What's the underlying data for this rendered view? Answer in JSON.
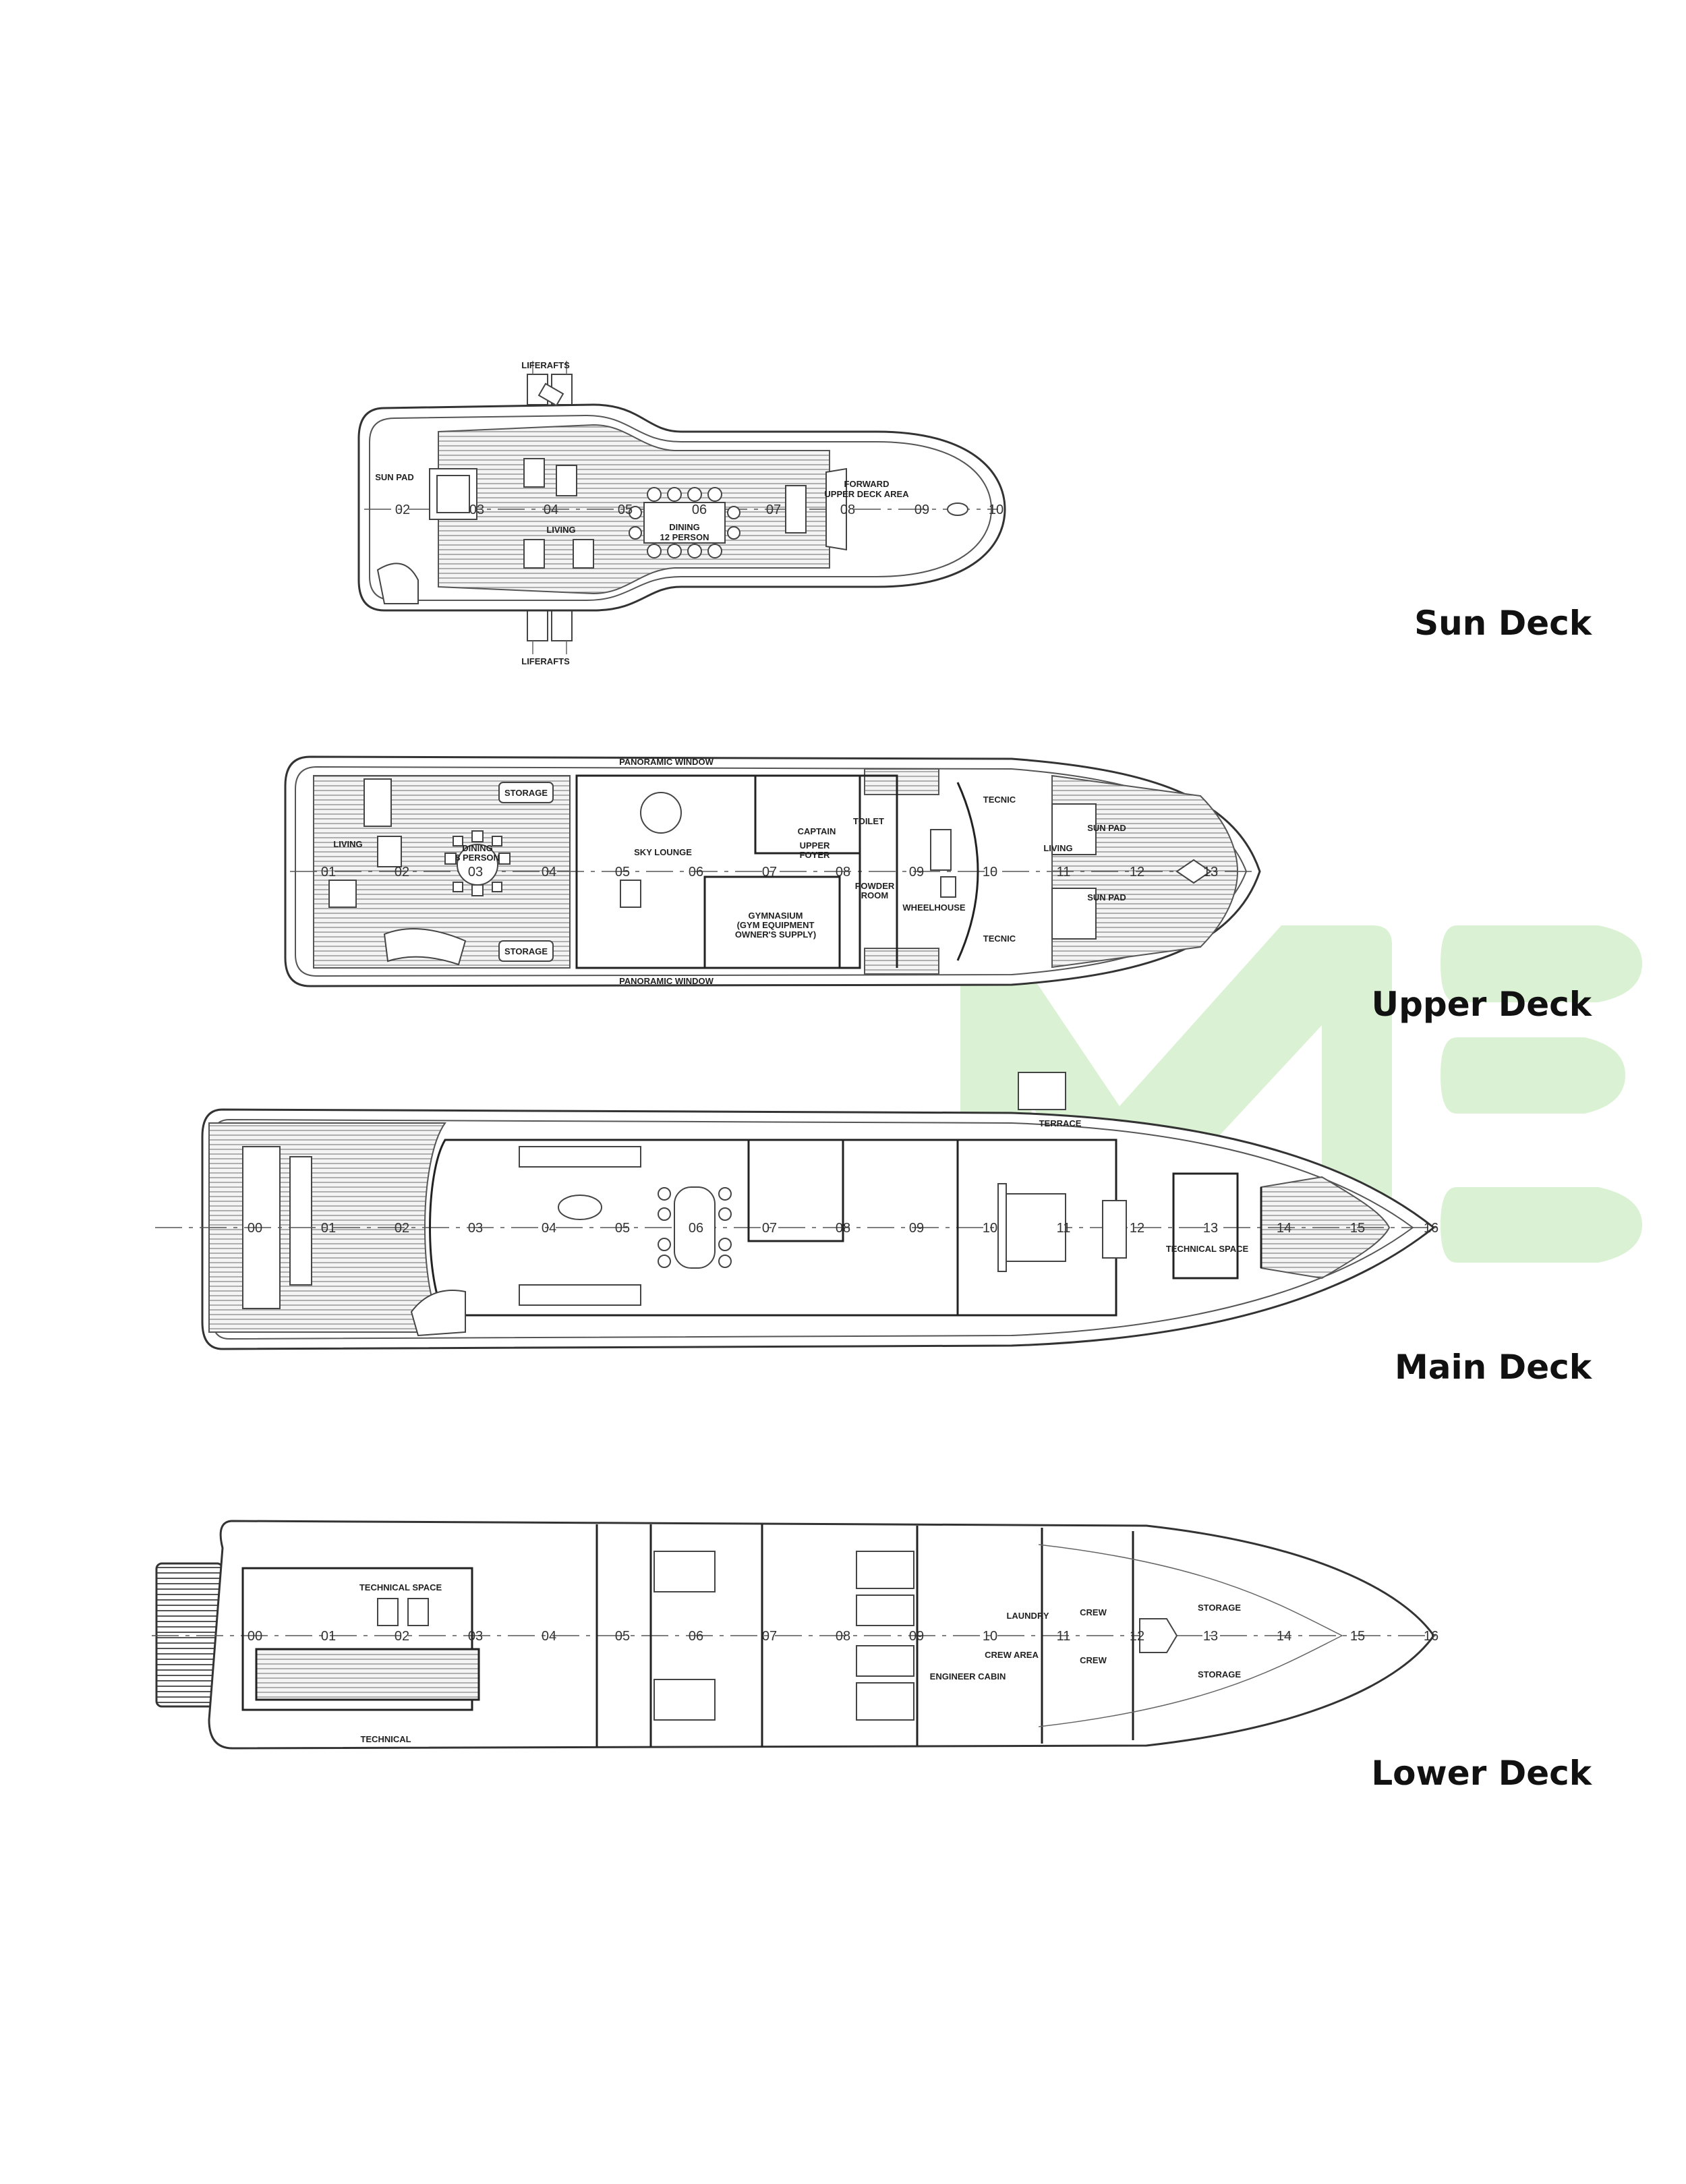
{
  "decks": {
    "sun": {
      "label": "Sun Deck",
      "frames": [
        "02",
        "03",
        "04",
        "05",
        "06",
        "07",
        "08",
        "09",
        "10"
      ],
      "rooms": {
        "liferafts_top": "LIFERAFTS",
        "liferafts_bottom": "LIFERAFTS",
        "sun_pad": "SUN PAD",
        "living": "LIVING",
        "dining_1": "DINING",
        "dining_2": "12 PERSON",
        "forward_1": "FORWARD",
        "forward_2": "UPPER DECK AREA"
      }
    },
    "upper": {
      "label": "Upper Deck",
      "frames": [
        "01",
        "02",
        "03",
        "04",
        "05",
        "06",
        "07",
        "08",
        "09",
        "10",
        "11",
        "12",
        "13"
      ],
      "rooms": {
        "panoramic_top": "PANORAMIC WINDOW",
        "panoramic_bottom": "PANORAMIC WINDOW",
        "storage_top": "STORAGE",
        "storage_bottom": "STORAGE",
        "living": "LIVING",
        "dining_1": "DINING",
        "dining_2": "8 PERSON",
        "sky_lounge": "SKY LOUNGE",
        "captain": "CAPTAIN",
        "toilet": "TOILET",
        "upper_foyer_1": "UPPER",
        "upper_foyer_2": "FOYER",
        "gym_1": "GYMNASIUM",
        "gym_2": "(GYM EQUIPMENT",
        "gym_3": "OWNER'S SUPPLY)",
        "powder_1": "POWDER",
        "powder_2": "ROOM",
        "wheelhouse": "WHEELHOUSE",
        "tecnic_top": "TECNIC",
        "tecnic_bottom": "TECNIC",
        "sun_pad_top": "SUN PAD",
        "sun_pad_bottom": "SUN PAD",
        "living_fwd": "LIVING"
      }
    },
    "main": {
      "label": "Main Deck",
      "frames": [
        "00",
        "01",
        "02",
        "03",
        "04",
        "05",
        "06",
        "07",
        "08",
        "09",
        "10",
        "11",
        "12",
        "13",
        "14",
        "15",
        "16"
      ],
      "rooms": {
        "terrace": "TERRACE",
        "technical_space": "TECHNICAL SPACE"
      }
    },
    "lower": {
      "label": "Lower Deck",
      "frames": [
        "00",
        "01",
        "02",
        "03",
        "04",
        "05",
        "06",
        "07",
        "08",
        "09",
        "10",
        "11",
        "12",
        "13",
        "14",
        "15",
        "16"
      ],
      "rooms": {
        "technical_space": "TECHNICAL SPACE",
        "technical": "TECHNICAL",
        "laundry": "LAUNDRY",
        "crew_area": "CREW AREA",
        "crew_top": "CREW",
        "crew_bottom": "CREW",
        "engineer_cabin": "ENGINEER CABIN",
        "storage_top": "STORAGE",
        "storage_bottom": "STORAGE"
      }
    }
  },
  "watermark": {
    "color": "#cdeec4"
  }
}
